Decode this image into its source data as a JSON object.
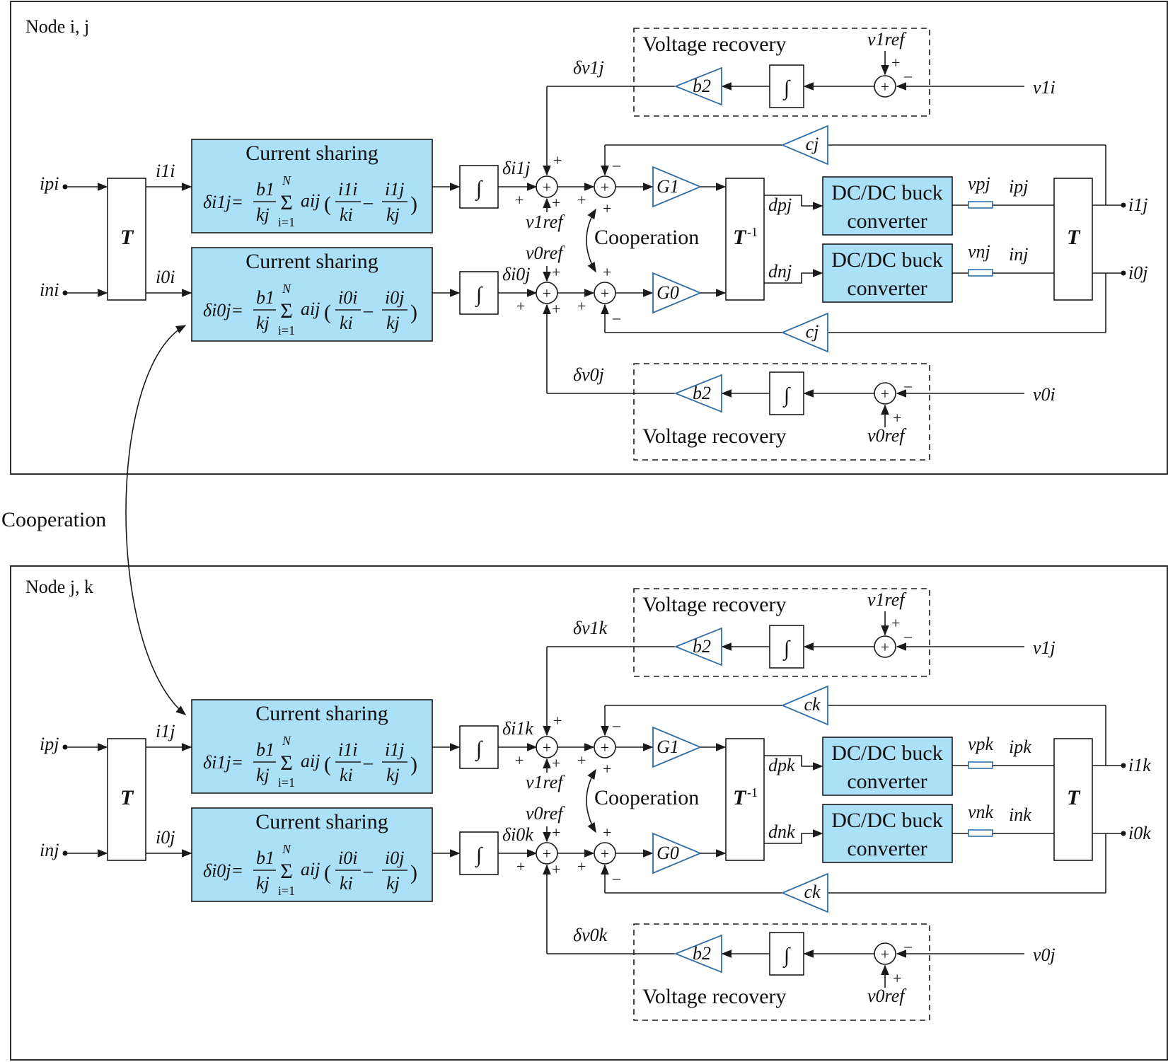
{
  "nodes": [
    {
      "title": "Node i, j",
      "inputs": {
        "top": "ipi",
        "bottom": "ini"
      },
      "t_outputs": {
        "top": "i1i",
        "bottom": "i0i"
      },
      "cs_top": {
        "title": "Current sharing",
        "lhs": "δi1j=",
        "num_a": "i1i",
        "num_b": "i1j"
      },
      "cs_bottom": {
        "title": "Current sharing",
        "lhs": "δi0j=",
        "num_a": "i0i",
        "num_b": "i0j"
      },
      "delta_i": {
        "top": "δi1j",
        "bottom": "δi0j"
      },
      "delta_v": {
        "top": "δv1j",
        "bottom": "δv0j"
      },
      "v_in": {
        "top": "v1i",
        "bottom": "v0i"
      },
      "duty": {
        "top": "dpj",
        "bottom": "dnj"
      },
      "vout": {
        "top": "vpj",
        "bottom": "vnj"
      },
      "iout": {
        "top": "ipj",
        "bottom": "inj"
      },
      "outputs": {
        "top": "i1j",
        "bottom": "i0j"
      },
      "c_gain": "cj"
    },
    {
      "title": "Node j, k",
      "inputs": {
        "top": "ipj",
        "bottom": "inj"
      },
      "t_outputs": {
        "top": "i1j",
        "bottom": "i0j"
      },
      "cs_top": {
        "title": "Current sharing",
        "lhs": "δi1j=",
        "num_a": "i1i",
        "num_b": "i1j"
      },
      "cs_bottom": {
        "title": "Current sharing",
        "lhs": "δi0j=",
        "num_a": "i0i",
        "num_b": "i0j"
      },
      "delta_i": {
        "top": "δi1k",
        "bottom": "δi0k"
      },
      "delta_v": {
        "top": "δv1k",
        "bottom": "δv0k"
      },
      "v_in": {
        "top": "v1j",
        "bottom": "v0j"
      },
      "duty": {
        "top": "dpk",
        "bottom": "dnk"
      },
      "vout": {
        "top": "vpk",
        "bottom": "vnk"
      },
      "iout": {
        "top": "ipk",
        "bottom": "ink"
      },
      "outputs": {
        "top": "i1k",
        "bottom": "i0k"
      },
      "c_gain": "ck"
    }
  ],
  "common": {
    "voltage_recovery": "Voltage recovery",
    "cooperation": "Cooperation",
    "converter_line1": "DC/DC buck",
    "converter_line2": "converter",
    "t_block": "T",
    "t_inv_block": "T",
    "t_inv_sup": "-1",
    "integrator": "∫",
    "b2": "b2",
    "g1": "G1",
    "g0": "G0",
    "v1ref": "v1ref",
    "v0ref": "v0ref",
    "frac_b": "b1",
    "frac_k": "kj",
    "sum_top": "N",
    "sum_bottom": "i=1",
    "aij": "aij",
    "den_a": "ki",
    "den_b": "kj",
    "minus": "–",
    "plus": "+"
  },
  "between_label": "Cooperation"
}
